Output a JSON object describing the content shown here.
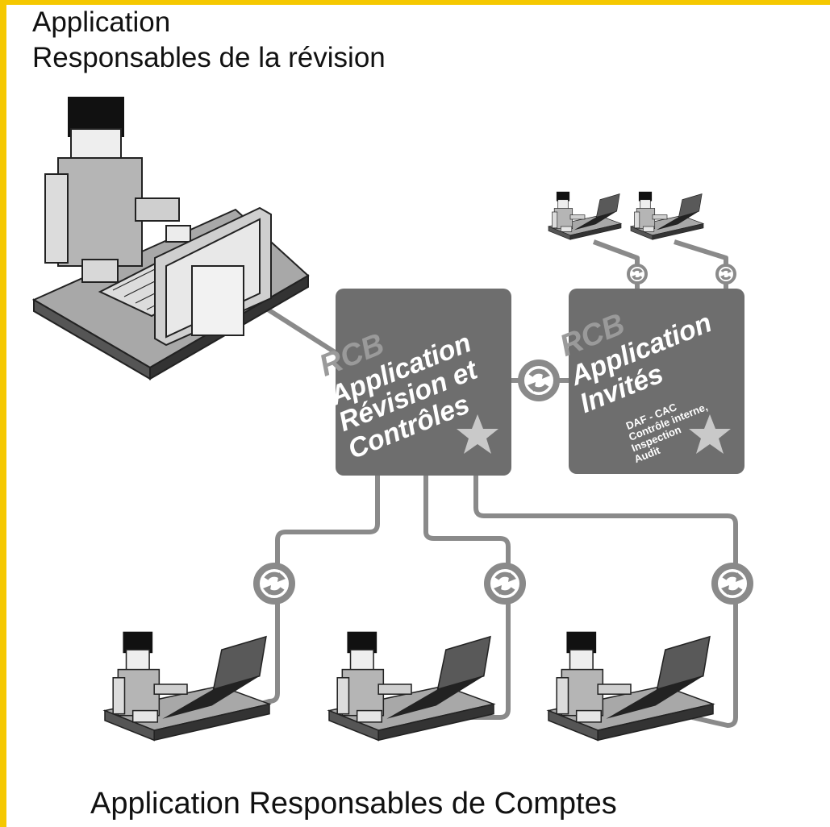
{
  "title": {
    "line1": "Application",
    "line2": "Responsables de la révision"
  },
  "footer": "Application Responsables de Comptes",
  "main_box": {
    "brand": "RCB",
    "lines": [
      "Application",
      "Révision et",
      "Contrôles"
    ]
  },
  "guest_box": {
    "brand": "RCB",
    "lines": [
      "Application",
      "Invités"
    ],
    "sub_lines": [
      "DAF - CAC",
      "Contrôle interne,",
      "Inspection",
      "Audit"
    ]
  },
  "colors": {
    "frame": "#f5c800",
    "box": "#6e6e6e",
    "line": "#8a8a8a"
  },
  "icons": [
    "desktop-workstation-icon",
    "laptop-user-icon",
    "sync-icon",
    "star-icon"
  ]
}
